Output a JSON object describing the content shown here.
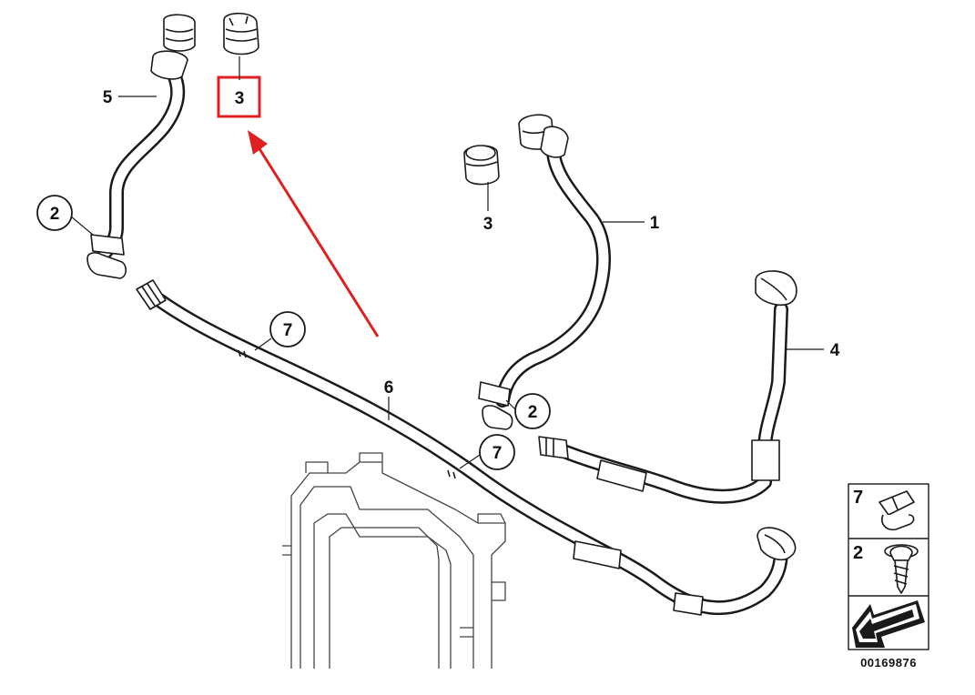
{
  "labels": {
    "part_1": "1",
    "part_2_top_left": "2",
    "part_2_right": "2",
    "part_3_top": "3",
    "part_3_mid": "3",
    "part_4": "4",
    "part_5": "5",
    "part_6": "6",
    "part_7_left": "7",
    "part_7_right": "7"
  },
  "legend": {
    "item_7": "7",
    "item_2": "2"
  },
  "diagram_id": "00169876",
  "colors": {
    "highlight": "#e02020",
    "line": "#1a1a1a"
  }
}
